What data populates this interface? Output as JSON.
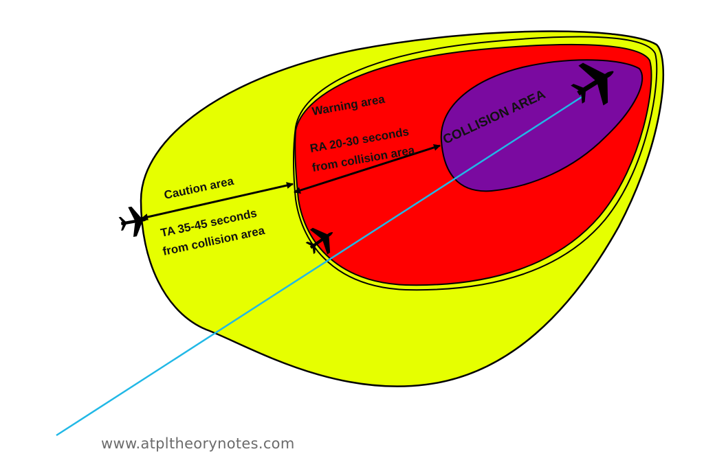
{
  "diagram": {
    "colors": {
      "caution_fill": "#e6ff00",
      "warning_fill": "#ff0000",
      "collision_fill": "#7a0aa0",
      "outline": "#000000",
      "flight_path": "#21b8e6",
      "footer_text": "#6b6b6b"
    },
    "labels": {
      "caution_area": "Caution area",
      "ta_line1": "TA 35-45 seconds",
      "ta_line2": "from collision area",
      "warning_area": "Warning area",
      "ra_line1": "RA 20-30 seconds",
      "ra_line2": "from collision area",
      "collision_area": "COLLISION AREA"
    },
    "icons": [
      "airplane-icon",
      "double-arrow-icon"
    ],
    "footer": "www.atpltheorynotes.com"
  }
}
